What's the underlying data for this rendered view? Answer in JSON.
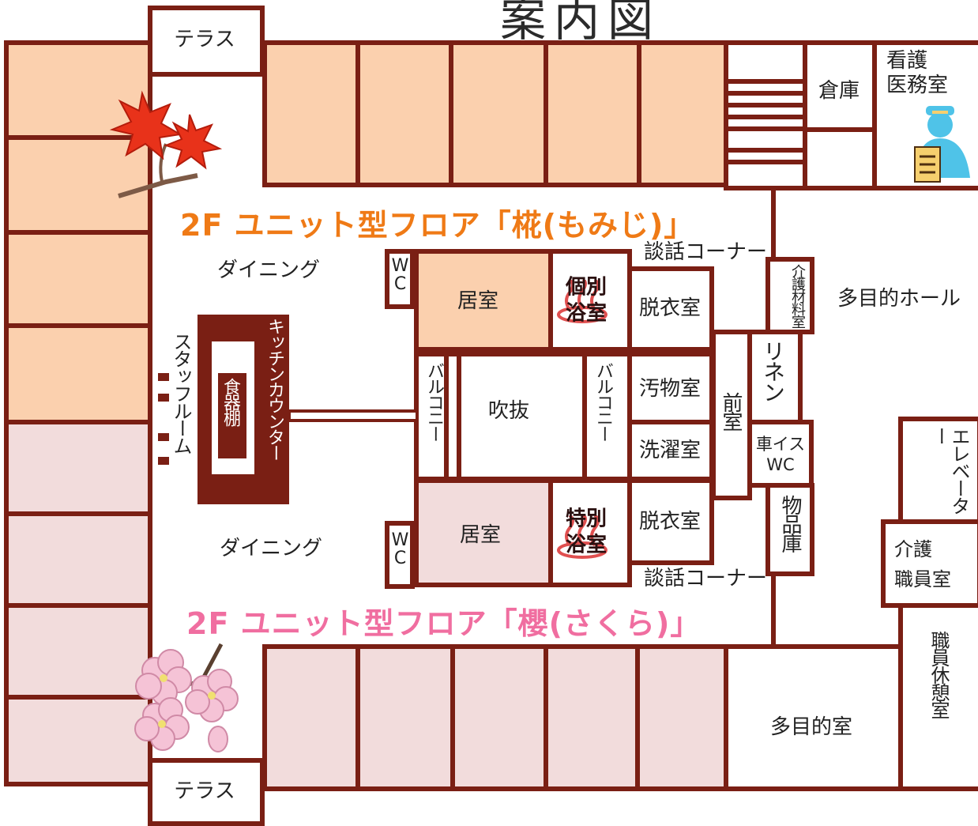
{
  "title": "案内図",
  "floors": {
    "momiji_banner": "2F ユニット型フロア「椛(もみじ)」",
    "sakura_banner": "2F ユニット型フロア「櫻(さくら)」"
  },
  "rooms": {
    "terrace_top": "テラス",
    "terrace_bottom": "テラス",
    "warehouse": "倉庫",
    "nurse_office": "看護\n医務室",
    "dining_top": "ダイニング",
    "dining_bottom": "ダイニング",
    "lounge_top": "談話コーナー",
    "lounge_bottom": "談話コーナー",
    "wc_top": "WC",
    "wc_bottom": "WC",
    "living_top": "居室",
    "living_bottom": "居室",
    "private_bath": "個別\n浴室",
    "special_bath": "特別\n浴室",
    "dressing_top": "脱衣室",
    "dressing_bottom": "脱衣室",
    "material_room": "介護材料室",
    "multipurpose_hall": "多目的ホール",
    "staff_room": "スタッフルーム",
    "kitchen_counter": "キッチンカウンター",
    "dish_shelf": "食器棚",
    "balcony_left": "バルコニー",
    "balcony_right": "バルコニー",
    "atrium": "吹抜",
    "soiled_room": "汚物室",
    "laundry_room": "洗濯室",
    "anteroom": "前室",
    "linen": "リネン",
    "wheelchair_wc": "車イス\nWC",
    "storage": "物品庫",
    "elevator": "エレベーター",
    "care_staff_room": "介護\n職員室",
    "staff_break_room": "職員休憩室",
    "multipurpose_room": "多目的室"
  },
  "icons": {
    "maple": "maple-leaf-icon",
    "sakura": "sakura-blossom-icon",
    "nurse": "nurse-icon",
    "bath": "hot-spring-icon"
  },
  "colors": {
    "wall": "#7a1f14",
    "momiji_room": "#fbd0ae",
    "sakura_room": "#f2dcdc",
    "momiji_text": "#ef7a16",
    "sakura_text": "#f06ea0",
    "kitchen": "#7a1f14"
  }
}
